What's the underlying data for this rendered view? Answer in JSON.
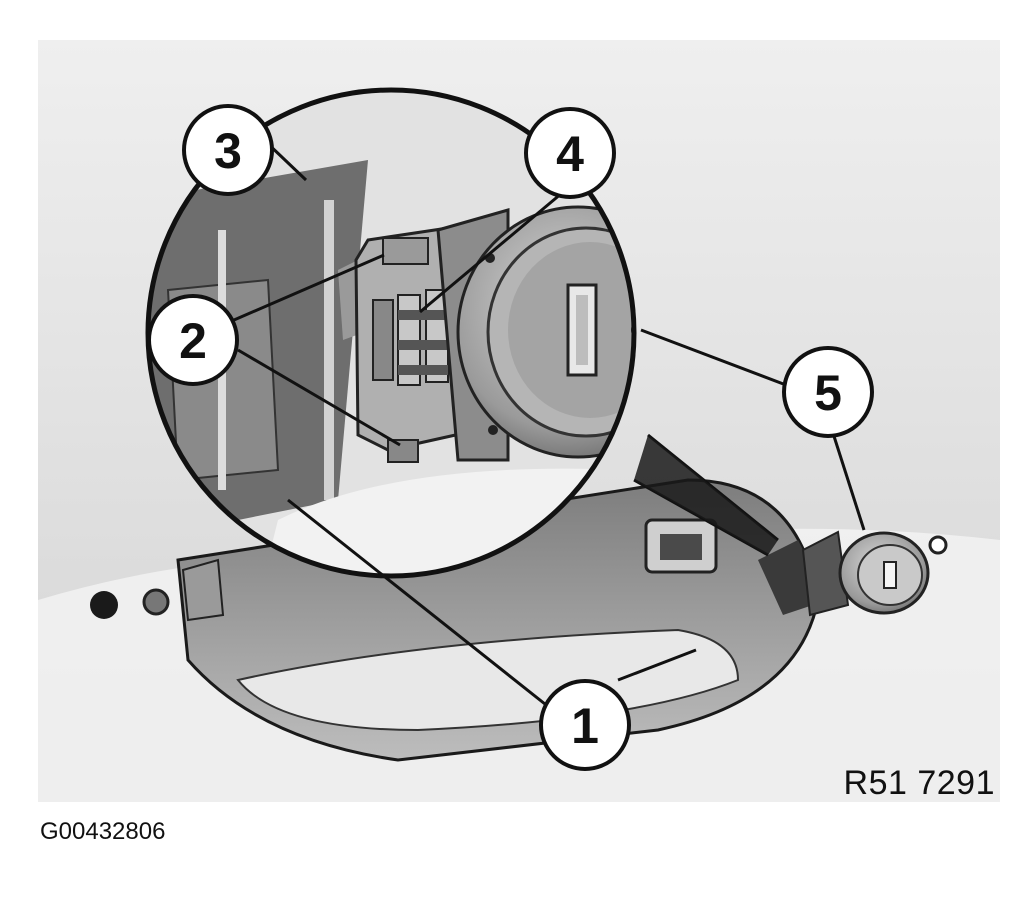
{
  "diagram": {
    "callouts": [
      {
        "id": "callout-1",
        "label": "1"
      },
      {
        "id": "callout-2",
        "label": "2"
      },
      {
        "id": "callout-3",
        "label": "3"
      },
      {
        "id": "callout-4",
        "label": "4"
      },
      {
        "id": "callout-5",
        "label": "5"
      }
    ],
    "reference_code": "R51 7291"
  },
  "figure_id": "G00432806",
  "colors": {
    "outline": "#111111",
    "panel_light": "#e6e6e6",
    "panel_mid": "#b8b8b8",
    "panel_dark": "#5a5a5a"
  }
}
